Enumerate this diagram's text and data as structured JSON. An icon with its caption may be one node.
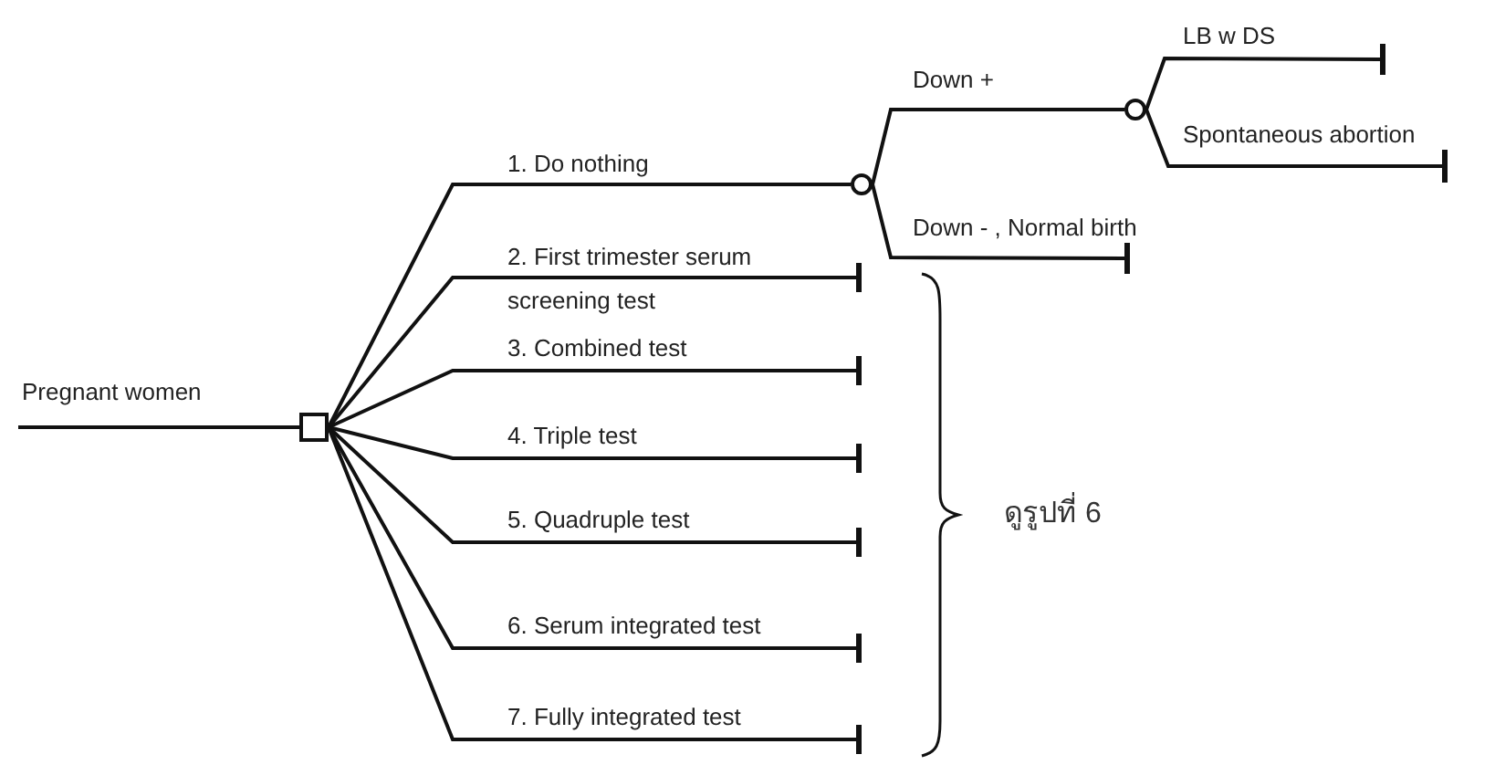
{
  "diagram": {
    "nodes": [
      {
        "text": [],
        "shape": "box"
      },
      {
        "text": [],
        "shape": "circle"
      },
      {
        "text": [],
        "shape": "circle"
      },
      {
        "text": [],
        "shape": "bar"
      },
      {
        "text": [],
        "shape": "bar"
      },
      {
        "text": [],
        "shape": "bar"
      },
      {
        "text": [],
        "shape": "bar"
      },
      {
        "text": [],
        "shape": "bar"
      },
      {
        "text": [],
        "shape": "bar"
      },
      {
        "text": [],
        "shape": "bar"
      },
      {
        "text": [],
        "shape": "bar"
      },
      {
        "text": [],
        "shape": "bar"
      }
    ],
    "edges": [
      {
        "from": null,
        "to": 0,
        "arrow": "none",
        "label": "Pregnant women"
      },
      {
        "from": 0,
        "to": 1,
        "arrow": "none",
        "label": "1. Do nothing"
      },
      {
        "from": 1,
        "to": 2,
        "arrow": "none",
        "label": "Down +"
      },
      {
        "from": 2,
        "to": 3,
        "arrow": "none",
        "label": "LB w DS"
      },
      {
        "from": 2,
        "to": 4,
        "arrow": "none",
        "label": "Spontaneous abortion"
      },
      {
        "from": 1,
        "to": 5,
        "arrow": "none",
        "label": "Down - , Normal birth"
      },
      {
        "from": 0,
        "to": 6,
        "arrow": "none",
        "label": "2. First trimester serum screening test"
      },
      {
        "from": 0,
        "to": 7,
        "arrow": "none",
        "label": "3. Combined test"
      },
      {
        "from": 0,
        "to": 8,
        "arrow": "none",
        "label": "4. Triple test"
      },
      {
        "from": 0,
        "to": 9,
        "arrow": "none",
        "label": "5. Quadruple test"
      },
      {
        "from": 0,
        "to": 10,
        "arrow": "none",
        "label": "6. Serum integrated test"
      },
      {
        "from": 0,
        "to": 11,
        "arrow": "none",
        "label": "7. Fully integrated test"
      }
    ],
    "labels": [
      "ดูรูปที่ 6"
    ]
  }
}
